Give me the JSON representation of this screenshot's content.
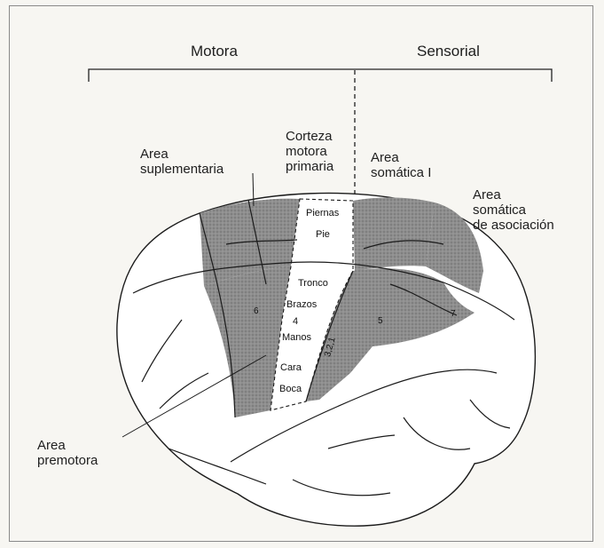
{
  "header": {
    "motor_label": "Motora",
    "sensory_label": "Sensorial"
  },
  "areas": {
    "supplementary": {
      "line1": "Area",
      "line2": "suplementaria"
    },
    "primary_motor": {
      "line1": "Corteza",
      "line2": "motora",
      "line3": "primaria"
    },
    "somatic_1": {
      "line1": "Area",
      "line2": "somática I"
    },
    "somatic_association": {
      "line1": "Area",
      "line2": "somática",
      "line3": "de asociación"
    },
    "premotor": {
      "line1": "Area",
      "line2": "premotora"
    }
  },
  "homunculus": [
    "Piernas",
    "Pie",
    "Tronco",
    "Brazos",
    "4",
    "Manos",
    "Cara",
    "Boca"
  ],
  "brodmann": [
    "6",
    "5",
    "7",
    "3,2,1"
  ],
  "colors": {
    "shade": "#8e8e8e",
    "ink": "#1b1b1b",
    "paper": "#f7f6f2"
  }
}
